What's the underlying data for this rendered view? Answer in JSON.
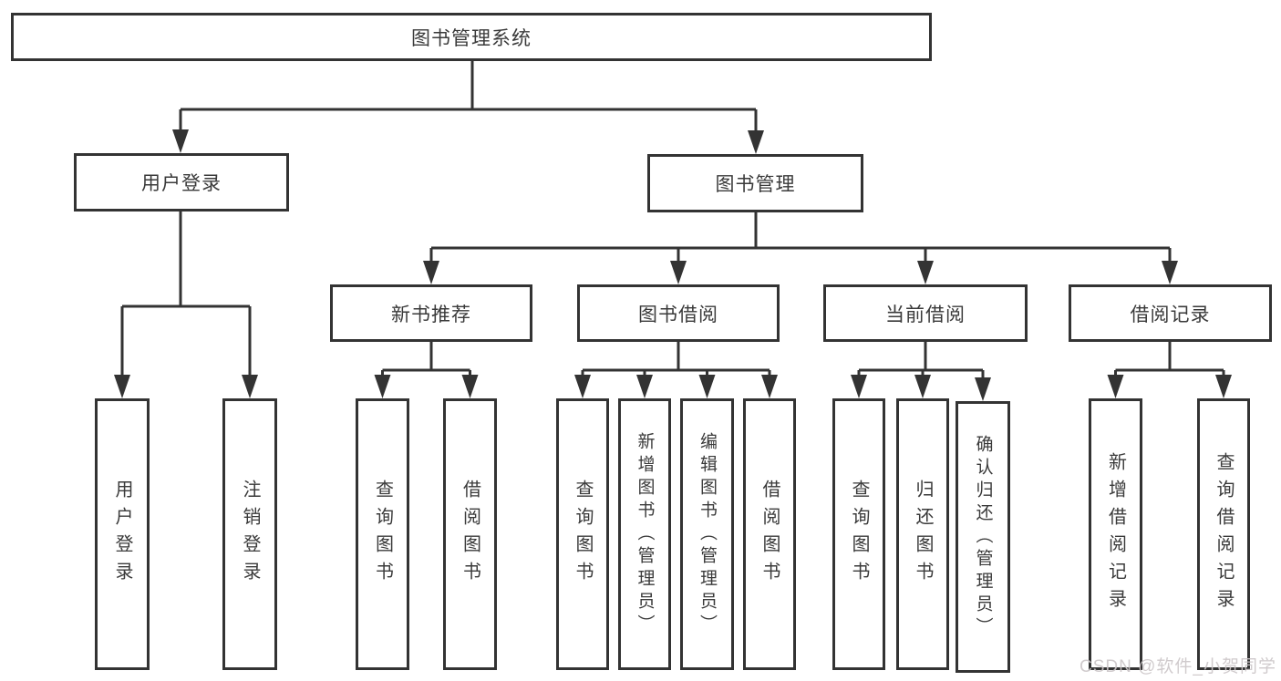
{
  "colors": {
    "line": "#333333",
    "text": "#3a3a3a",
    "background": "#ffffff",
    "watermark": "#ccc6c8"
  },
  "diagram": {
    "title": "图书管理系统",
    "level2": [
      "用户登录",
      "图书管理"
    ],
    "level3": [
      "新书推荐",
      "图书借阅",
      "当前借阅",
      "借阅记录"
    ],
    "leaves": {
      "user_login": [
        "用户登录",
        "注销登录"
      ],
      "new_book_recommend": [
        "查询图书",
        "借阅图书"
      ],
      "book_borrow": [
        "查询图书",
        "新增图书（管理员）",
        "编辑图书（管理员）",
        "借阅图书"
      ],
      "current_borrow": [
        "查询图书",
        "归还图书",
        "确认归还（管理员）"
      ],
      "borrow_records": [
        "新增借阅记录",
        "查询借阅记录"
      ]
    }
  },
  "watermark": {
    "text": "CSDN @软件_小贺同学"
  }
}
